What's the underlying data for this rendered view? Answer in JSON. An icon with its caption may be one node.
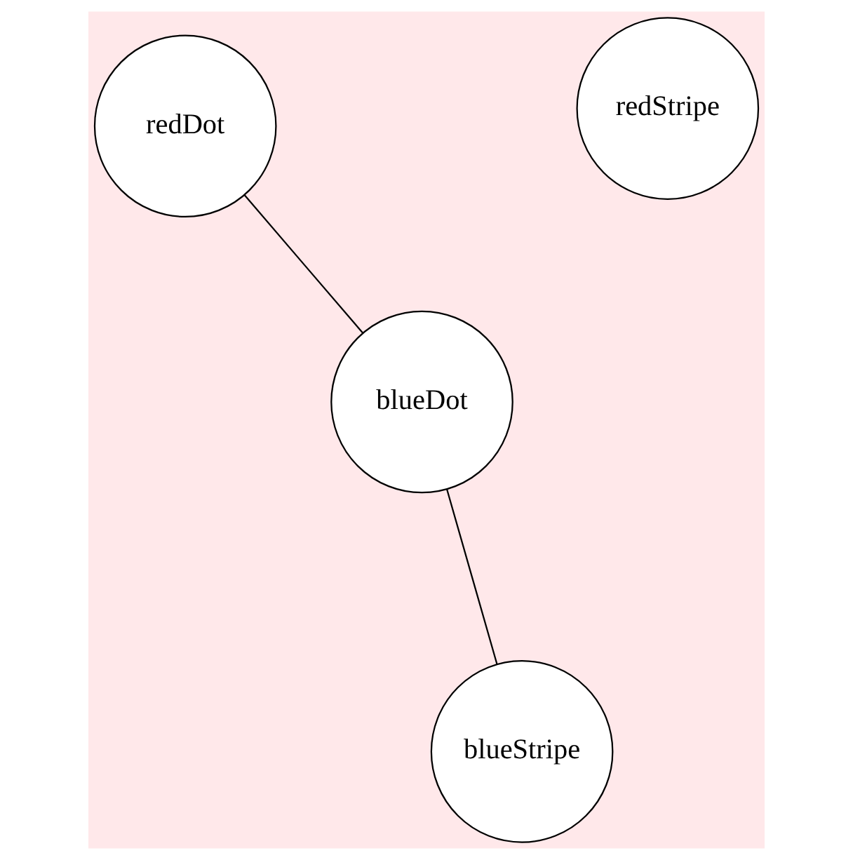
{
  "diagram": {
    "nodes": [
      {
        "text": [
          "redDot"
        ]
      },
      {
        "text": [
          "blueDot"
        ]
      },
      {
        "text": [
          "redStripe"
        ]
      },
      {
        "text": [
          "blueStripe"
        ]
      }
    ],
    "edges": [
      {
        "from": 1,
        "to": 0,
        "arrow": "none"
      },
      {
        "from": 1,
        "to": 3,
        "arrow": "none"
      }
    ]
  }
}
